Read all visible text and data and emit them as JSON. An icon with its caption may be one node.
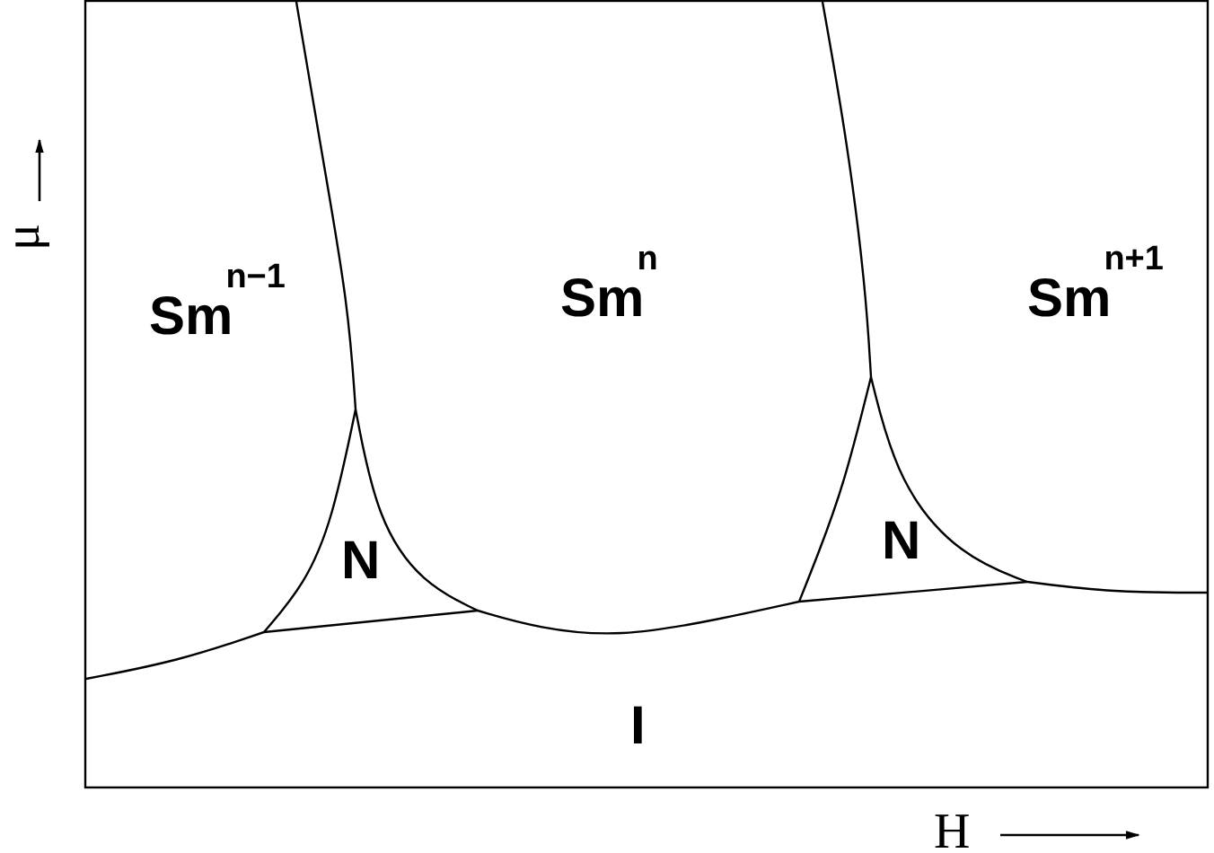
{
  "diagram": {
    "labels": [
      "μ",
      "Sm$^{n−1}$",
      "Sm$^{n}$",
      "Sm$^{n+1}$",
      "N",
      "N",
      "I",
      "H"
    ]
  }
}
